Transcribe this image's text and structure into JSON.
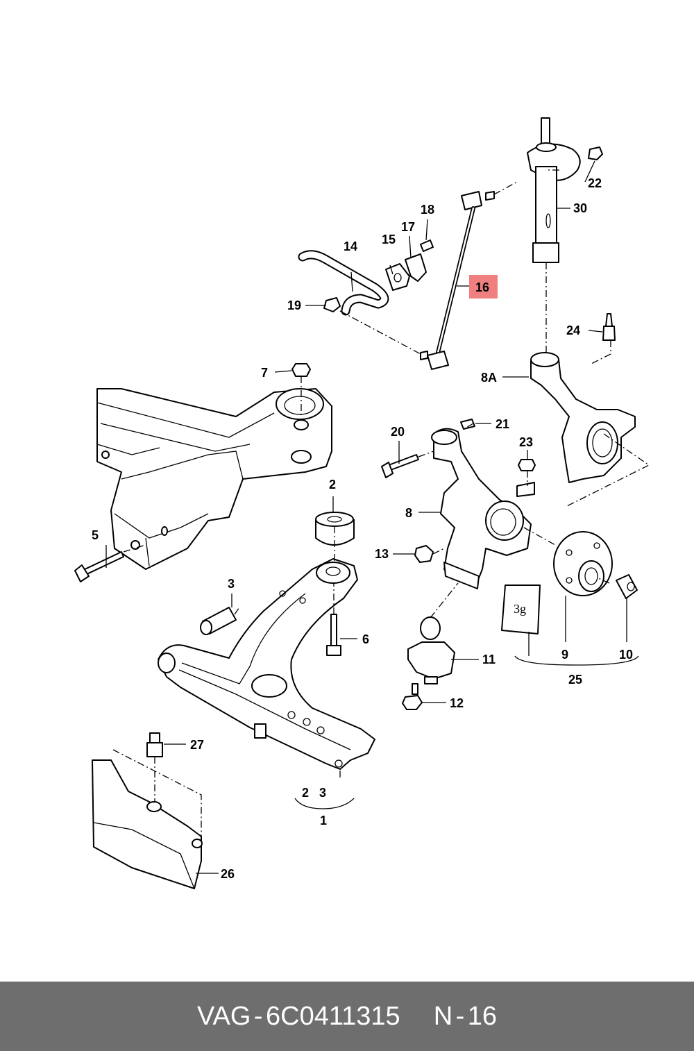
{
  "labels": {
    "l1": "1",
    "l2": "2",
    "l2b": "2",
    "l3": "3",
    "l3b": "3",
    "l5": "5",
    "l6": "6",
    "l7": "7",
    "l8": "8",
    "l8a": "8A",
    "l9": "9",
    "l10": "10",
    "l11": "11",
    "l12": "12",
    "l13": "13",
    "l14": "14",
    "l15": "15",
    "l16": "16",
    "l17": "17",
    "l18": "18",
    "l19": "19",
    "l20": "20",
    "l21": "21",
    "l22": "22",
    "l23": "23",
    "l24": "24",
    "l25": "25",
    "l26": "26",
    "l27": "27",
    "l30": "30",
    "grease": "3g"
  },
  "highlight_color": "#f08080",
  "footer": {
    "brand": "VAG",
    "separator": "-",
    "part_number": "6C0411315",
    "position_letter": "N",
    "position_number": "16"
  },
  "footer_bg": "#6e6e6e"
}
